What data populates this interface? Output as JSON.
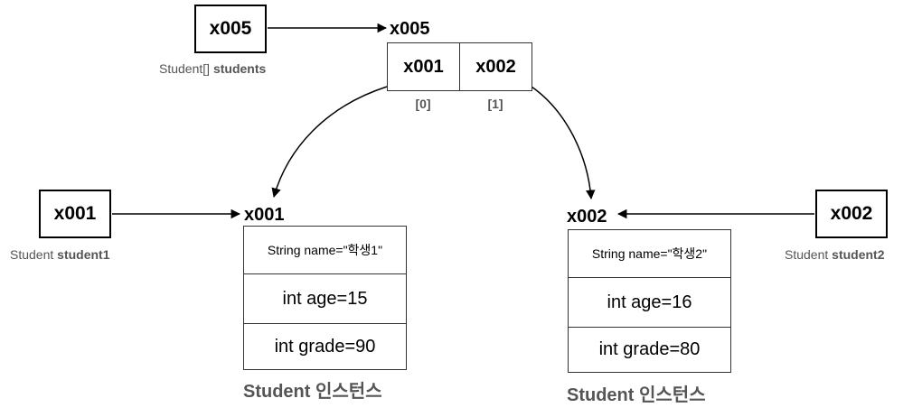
{
  "students_ref": {
    "value": "x005",
    "label_type": "Student[]",
    "label_name": "students"
  },
  "array": {
    "address": "x005",
    "cells": [
      {
        "value": "x001",
        "index": "[0]"
      },
      {
        "value": "x002",
        "index": "[1]"
      }
    ]
  },
  "student1_ref": {
    "value": "x001",
    "label_type": "Student",
    "label_name": "student1"
  },
  "student2_ref": {
    "value": "x002",
    "label_type": "Student",
    "label_name": "student2"
  },
  "instance1": {
    "address": "x001",
    "fields": [
      "String name=\"학생1\"",
      "int age=15",
      "int grade=90"
    ],
    "caption": "Student 인스턴스"
  },
  "instance2": {
    "address": "x002",
    "fields": [
      "String name=\"학생2\"",
      "int age=16",
      "int grade=80"
    ],
    "caption": "Student 인스턴스"
  }
}
